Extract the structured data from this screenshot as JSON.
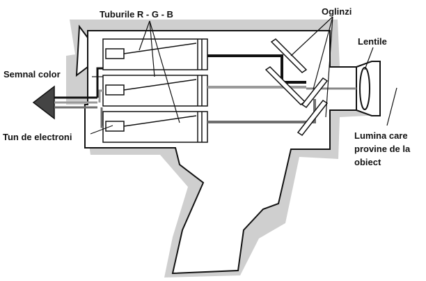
{
  "labels": {
    "tubes": "Tuburile R - G - B",
    "mirrors": "Oglinzi",
    "lens": "Lentile",
    "signal": "Semnal color",
    "gun": "Tun de electroni",
    "light": "Lumina care provine de la obiect"
  },
  "colors": {
    "outline": "#111111",
    "shadow": "#c8c8c8",
    "red_beam": "#111111",
    "green_beam": "#9a9a9a",
    "blue_beam": "#6e6e6e"
  }
}
